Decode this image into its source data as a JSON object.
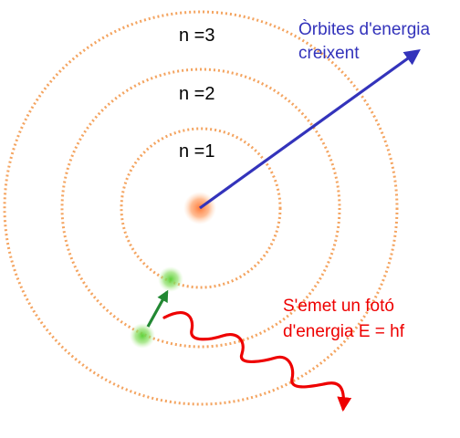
{
  "orbits": [
    {
      "label": "n =1"
    },
    {
      "label": "n =2"
    },
    {
      "label": "n =3"
    }
  ],
  "energy_caption": {
    "line1": "Òrbites d'energia",
    "line2": "creixent"
  },
  "photon_caption": {
    "line1": "S'emet un fotó",
    "line2": "d'energia E = hf"
  },
  "colors": {
    "orbit": "#f4a460",
    "nucleus": "#ff7f3f",
    "electron": "#66cc44",
    "energy_arrow": "#3333bb",
    "transition_arrow": "#228833",
    "photon": "#ee0000"
  },
  "icons": {
    "nucleus": "nucleus-icon",
    "electron": "electron-icon"
  }
}
